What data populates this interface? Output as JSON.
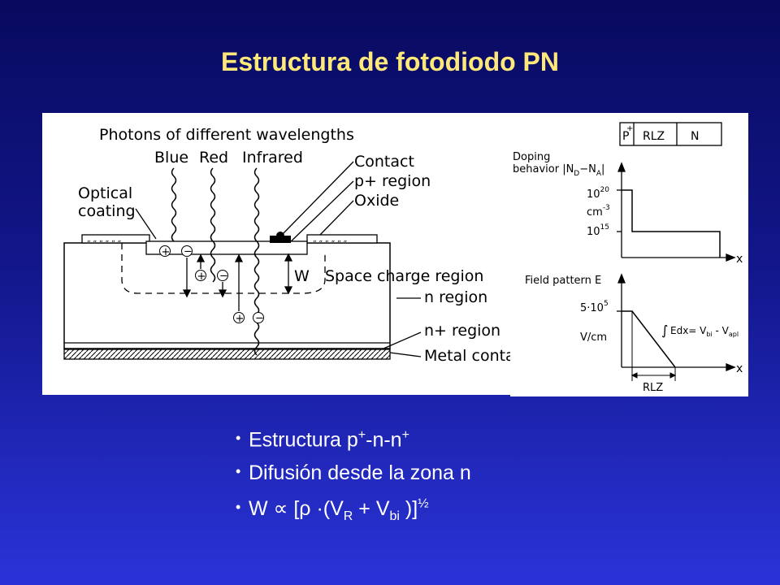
{
  "title": "Estructura de fotodiodo PN",
  "left_diagram": {
    "photons_label": "Photons of different wavelengths",
    "blue": "Blue",
    "red": "Red",
    "infrared": "Infrared",
    "contact": "Contact",
    "p_region": "p+ region",
    "oxide": "Oxide",
    "optical_line1": "Optical",
    "optical_line2": "coating",
    "w_label": "W",
    "space_charge": "Space charge region",
    "n_region": "n region",
    "nplus_region": "n+ region",
    "metal_contact": "Metal conta"
  },
  "right_diagram": {
    "header_p": "P",
    "header_plus": "+",
    "header_rlz": "RLZ",
    "header_n": "N",
    "doping_line1": "Doping",
    "doping_line2": "behavior |N",
    "doping_sub_d": "D",
    "doping_minus": "−N",
    "doping_sub_a": "A",
    "doping_end": "|",
    "tick_1020_base": "10",
    "tick_1020_exp": "20",
    "unit_cm": "cm",
    "unit_cm_exp": "-3",
    "tick_1015_base": "10",
    "tick_1015_exp": "15",
    "x_label": "x",
    "field_label": "Field pattern E",
    "field_tick_base": "5·10",
    "field_tick_exp": "5",
    "field_unit": "V/cm",
    "integral_text": "Edx= V",
    "integral_sub_bi": "bi",
    "integral_mid": " - V",
    "integral_sub_apl": "apl",
    "rlz_bottom": "RLZ"
  },
  "bullets": {
    "b1_pre": "Estructura p",
    "b1_sup1": "+",
    "b1_mid": "-n-n",
    "b1_sup2": "+",
    "b2": "Difusión desde la zona n",
    "b3_pre": "W  ∝  [ρ ·(V",
    "b3_subR": "R",
    "b3_mid": " + V",
    "b3_subbi": "bi",
    "b3_end": " )]",
    "b3_sup": "½"
  },
  "colors": {
    "title": "#ffe87a",
    "background_top": "#080a5e",
    "background_bottom": "#2a33d8",
    "bullet_text": "#ffffff"
  }
}
